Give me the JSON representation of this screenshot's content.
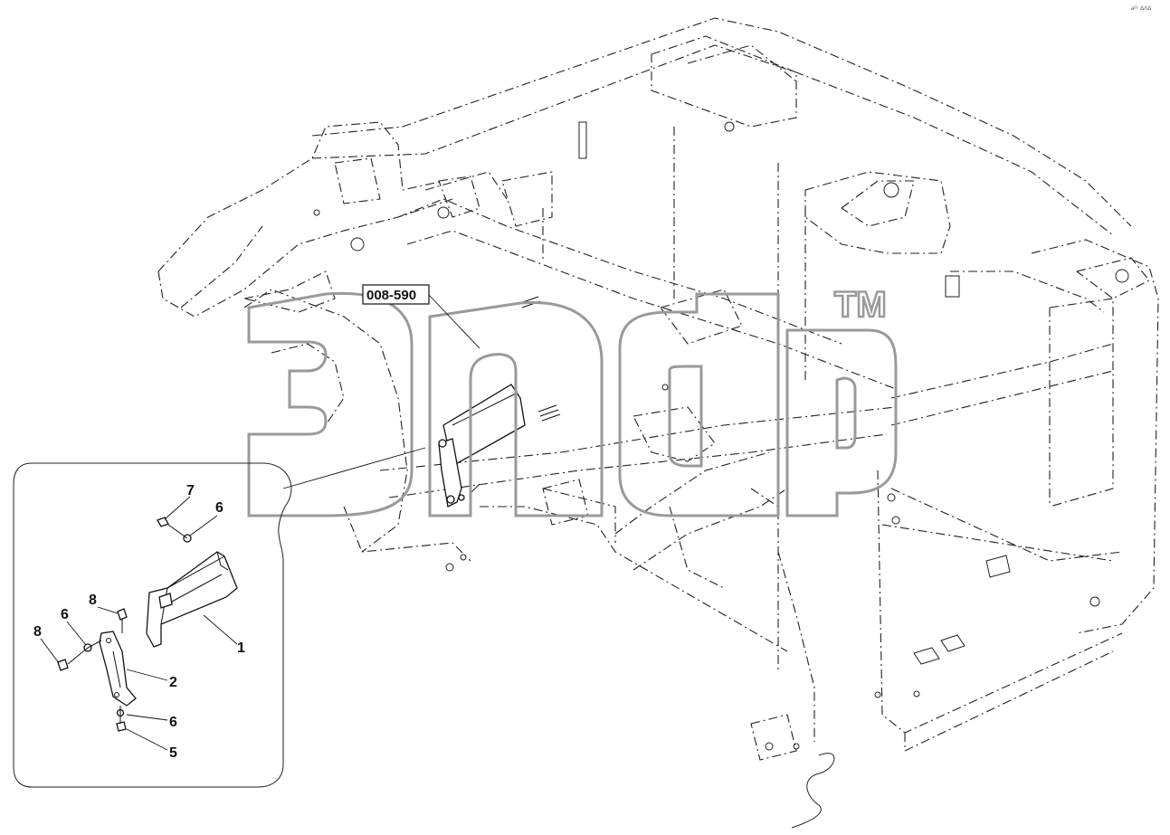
{
  "image_code": "a²³  ΔΛΔ",
  "watermark": {
    "trademark": "TM"
  },
  "reference_label": "008-590",
  "callouts": [
    {
      "id": "c7a",
      "label": "7"
    },
    {
      "id": "c6a",
      "label": "6"
    },
    {
      "id": "c8a",
      "label": "8"
    },
    {
      "id": "c6b",
      "label": "6"
    },
    {
      "id": "c8b",
      "label": "8"
    },
    {
      "id": "c1",
      "label": "1"
    },
    {
      "id": "c2",
      "label": "2"
    },
    {
      "id": "c6c",
      "label": "6"
    },
    {
      "id": "c5",
      "label": "5"
    }
  ]
}
